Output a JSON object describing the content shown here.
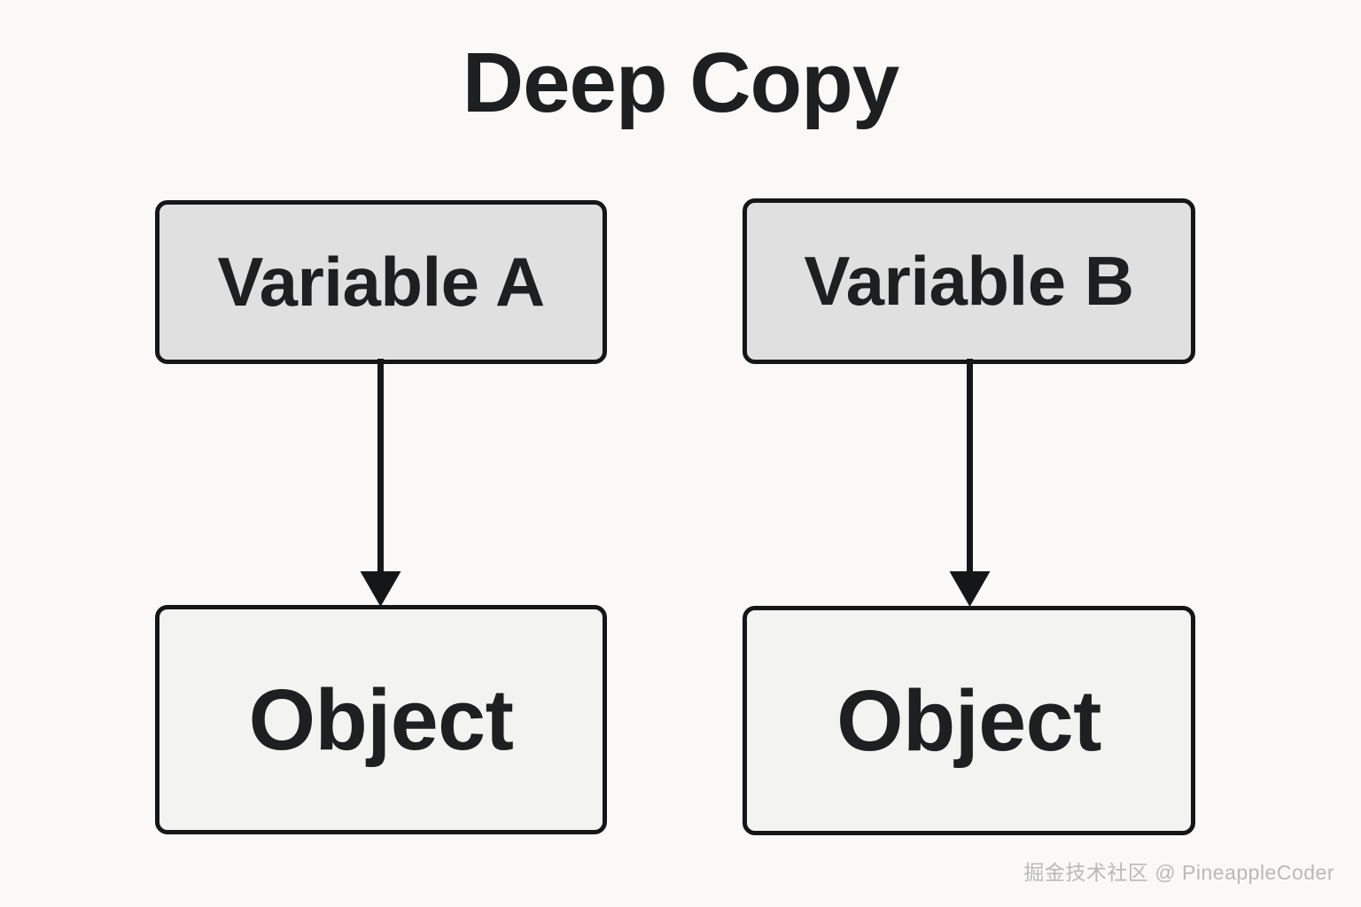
{
  "diagram": {
    "title": "Deep Copy",
    "background_color": "#faf9f7",
    "stroke_color": "#141618",
    "text_color": "#1d1f20",
    "nodes": [
      {
        "id": "variable-a",
        "label": "Variable A",
        "fill": "#e0e0e0",
        "column": "left",
        "row": "top"
      },
      {
        "id": "variable-b",
        "label": "Variable B",
        "fill": "#e0e0e0",
        "column": "right",
        "row": "top"
      },
      {
        "id": "object-a",
        "label": "Object",
        "fill": "#f3f3f1",
        "column": "left",
        "row": "bottom"
      },
      {
        "id": "object-b",
        "label": "Object",
        "fill": "#f3f3f1",
        "column": "right",
        "row": "bottom"
      }
    ],
    "edges": [
      {
        "id": "edge-a",
        "from": "variable-a",
        "to": "object-a",
        "arrow": "down"
      },
      {
        "id": "edge-b",
        "from": "variable-b",
        "to": "object-b",
        "arrow": "down"
      }
    ],
    "watermark": "掘金技术社区 @ PineappleCoder"
  }
}
